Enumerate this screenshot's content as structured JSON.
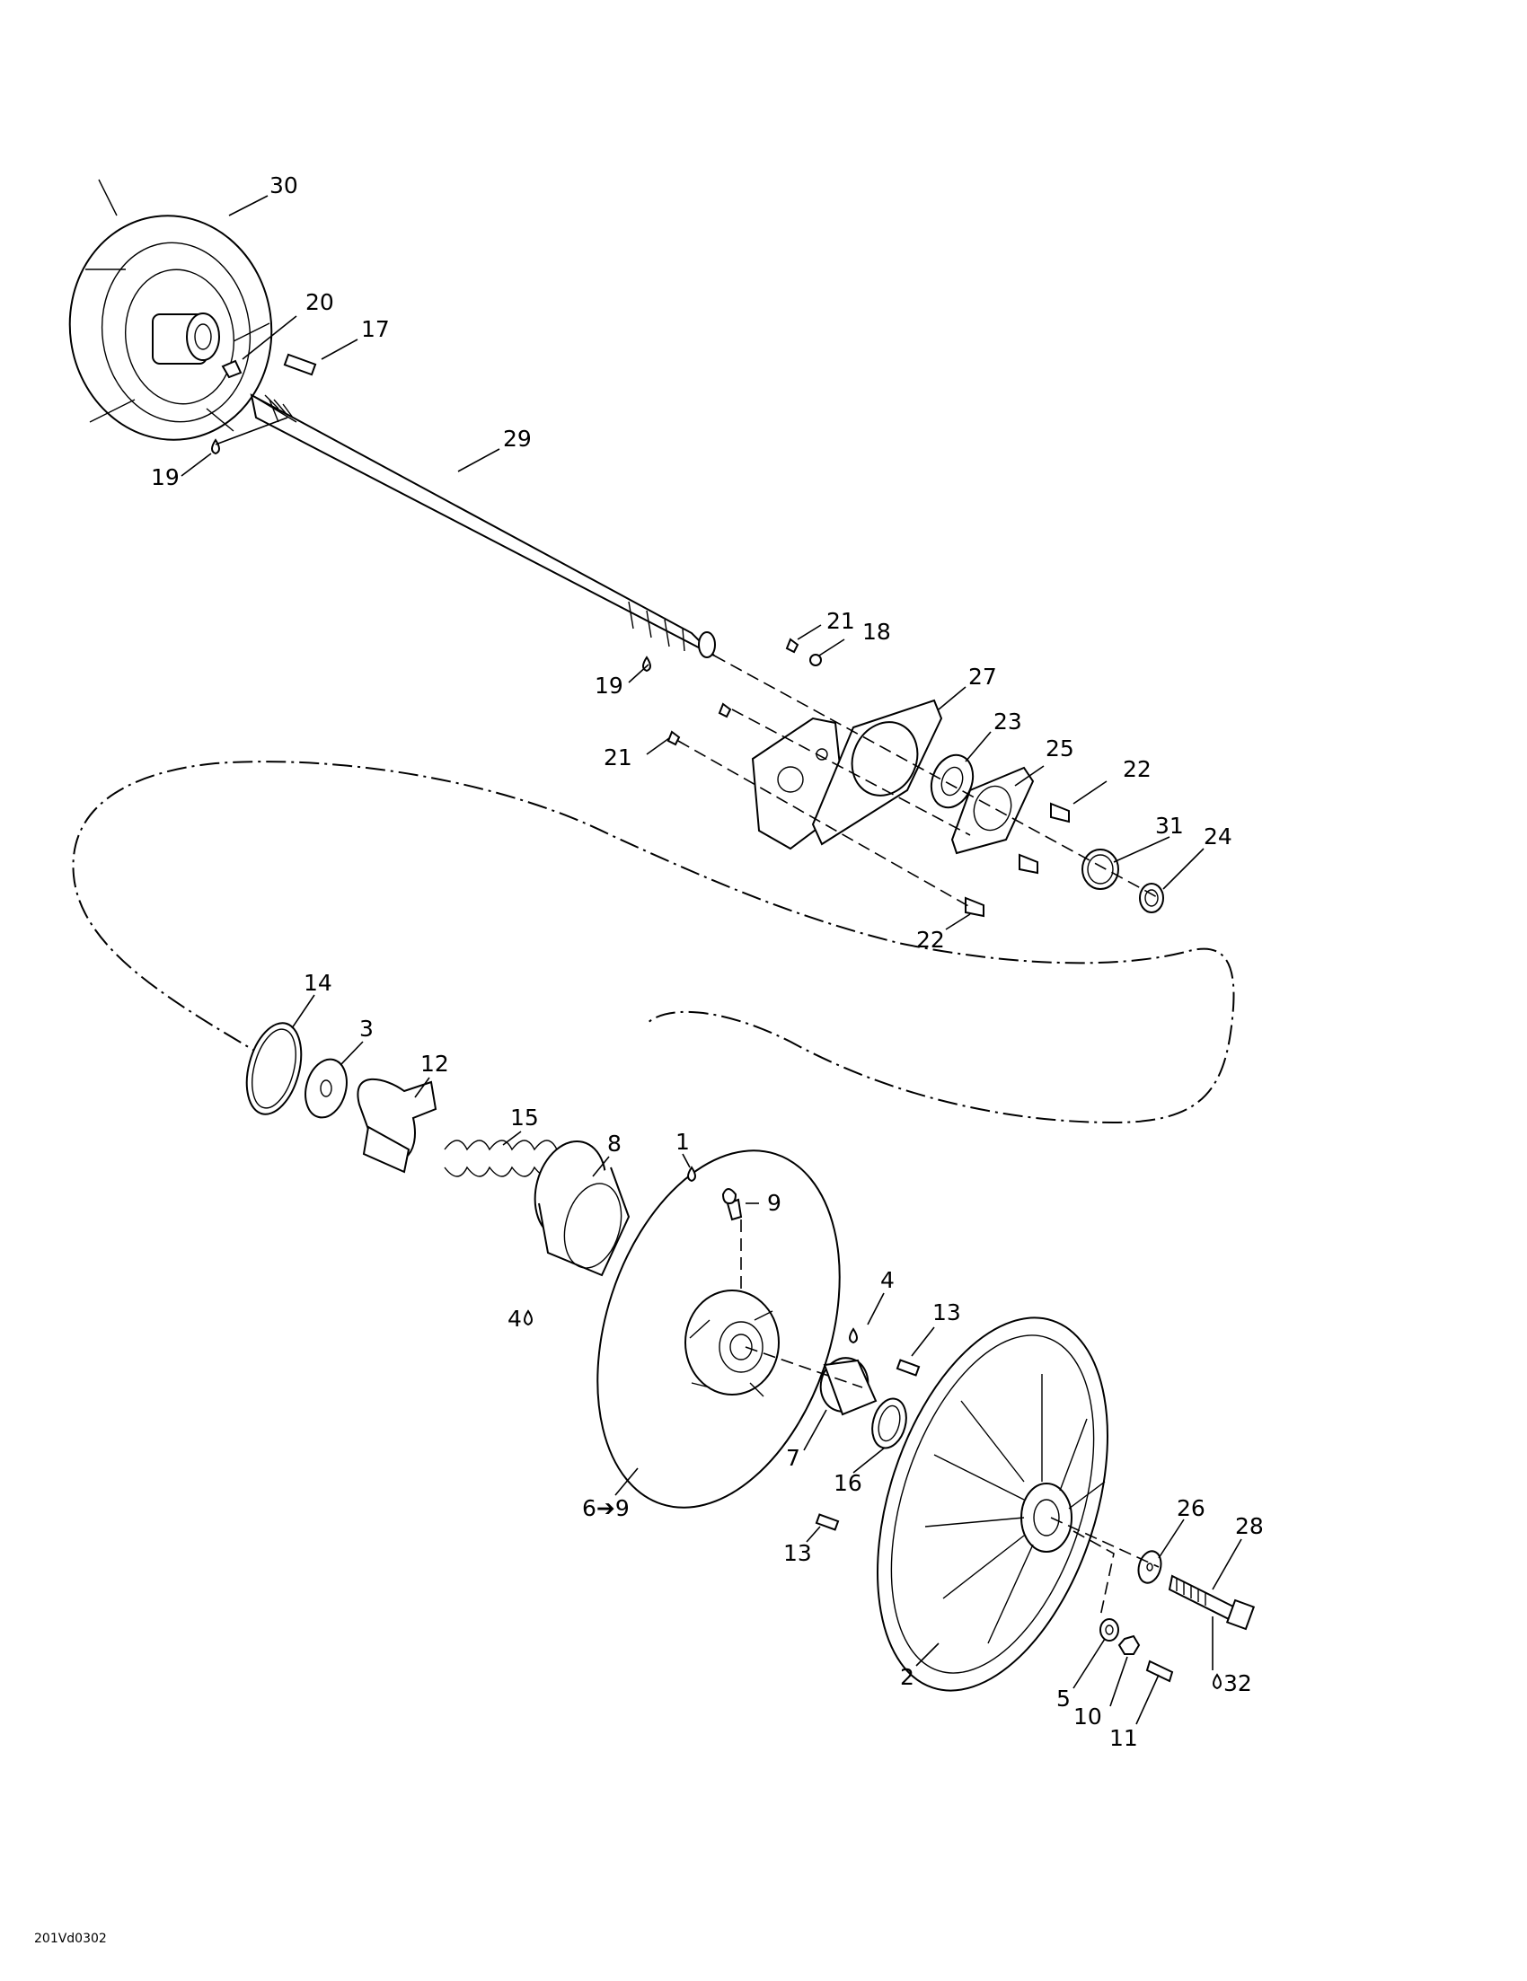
{
  "diagram_code": "201Vd0302",
  "callouts": [
    {
      "id": "c30",
      "text": "30"
    },
    {
      "id": "c20",
      "text": "20"
    },
    {
      "id": "c17",
      "text": "17"
    },
    {
      "id": "c29",
      "text": "29"
    },
    {
      "id": "c19a",
      "text": "19"
    },
    {
      "id": "c19b",
      "text": "19"
    },
    {
      "id": "c21a",
      "text": "21"
    },
    {
      "id": "c18",
      "text": "18"
    },
    {
      "id": "c27",
      "text": "27"
    },
    {
      "id": "c23",
      "text": "23"
    },
    {
      "id": "c25",
      "text": "25"
    },
    {
      "id": "c21b",
      "text": "21"
    },
    {
      "id": "c22a",
      "text": "22"
    },
    {
      "id": "c31",
      "text": "31"
    },
    {
      "id": "c24",
      "text": "24"
    },
    {
      "id": "c22b",
      "text": "22"
    },
    {
      "id": "c14",
      "text": "14"
    },
    {
      "id": "c3",
      "text": "3"
    },
    {
      "id": "c12",
      "text": "12"
    },
    {
      "id": "c15",
      "text": "15"
    },
    {
      "id": "c8",
      "text": "8"
    },
    {
      "id": "c1",
      "text": "1"
    },
    {
      "id": "c9",
      "text": "9"
    },
    {
      "id": "c4a",
      "text": "4"
    },
    {
      "id": "c4b",
      "text": "4"
    },
    {
      "id": "c13a",
      "text": "13"
    },
    {
      "id": "c7",
      "text": "7"
    },
    {
      "id": "c16",
      "text": "16"
    },
    {
      "id": "c69",
      "text": "6➔9"
    },
    {
      "id": "c13b",
      "text": "13"
    },
    {
      "id": "c26",
      "text": "26"
    },
    {
      "id": "c28",
      "text": "28"
    },
    {
      "id": "c2",
      "text": "2"
    },
    {
      "id": "c5",
      "text": "5"
    },
    {
      "id": "c10",
      "text": "10"
    },
    {
      "id": "c11",
      "text": "11"
    },
    {
      "id": "c32",
      "text": "32"
    }
  ]
}
